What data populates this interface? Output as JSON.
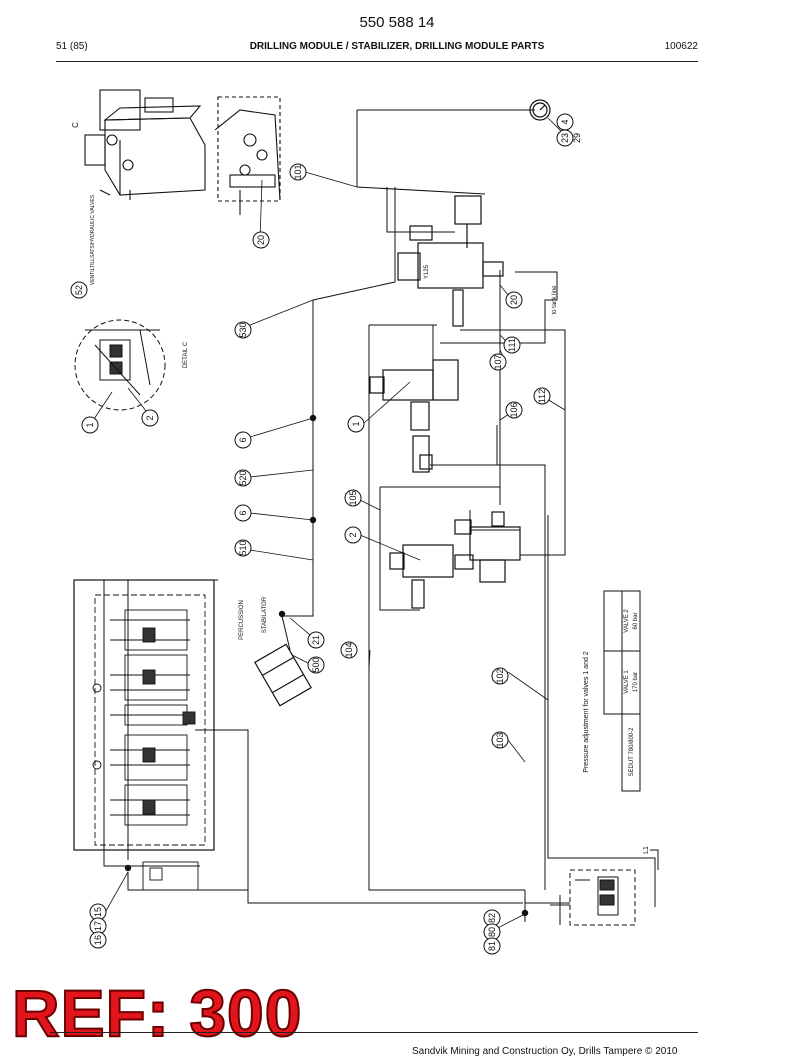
{
  "header": {
    "doc_number": "550 588 14",
    "page": "51 (85)",
    "title": "DRILLING MODULE / STABILIZER, DRILLING MODULE PARTS",
    "date_code": "100622"
  },
  "callouts": [
    "1",
    "2",
    "4",
    "6",
    "6",
    "15",
    "16",
    "17",
    "20",
    "21",
    "23",
    "29",
    "52",
    "80",
    "81",
    "82",
    "101",
    "102",
    "103",
    "104",
    "105",
    "106",
    "107",
    "111",
    "112",
    "500",
    "510",
    "520",
    "530"
  ],
  "labels": {
    "detail": "DETAIL C",
    "detail_letter": "C",
    "valve_note": "VENTILTILLSATS/HYDRAULIC VALVES",
    "valve_code": "Y125",
    "percussion": "PERCUSSION",
    "stabilator": "STABILATOR",
    "to_tank": "to tank line",
    "pressure_note": "Pressure adjustment for valves 1 and 2",
    "l1": "L1"
  },
  "valve_table": {
    "model": "SEDUT 780/800-2",
    "valve1": "VALVE 1",
    "valve1_val": "170 bar",
    "valve2": "VALVE 2",
    "valve2_val": "60 bar"
  },
  "footer": {
    "ref": "REF: 300",
    "copyright": "Sandvik Mining and Construction Oy, Drills Tampere © 2010"
  }
}
